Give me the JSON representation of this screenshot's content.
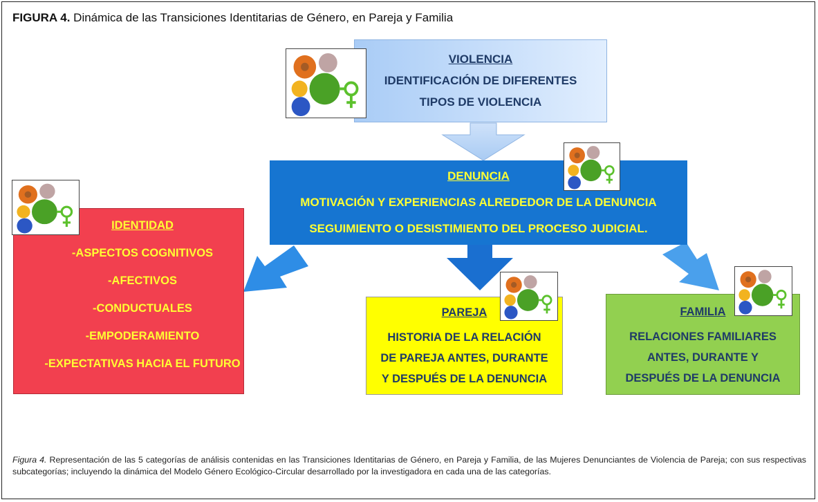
{
  "figure": {
    "title_bold": "FIGURA 4.",
    "title_text": " Dinámica de las Transiciones Identitarias de Género, en Pareja y Familia"
  },
  "boxes": {
    "violencia": {
      "heading": "VIOLENCIA",
      "lines": [
        "IDENTIFICACIÓN DE DIFERENTES",
        "TIPOS DE VIOLENCIA"
      ],
      "color": "#b3d2f8"
    },
    "denuncia": {
      "heading": "DENUNCIA",
      "lines": [
        "MOTIVACIÓN Y EXPERIENCIAS ALREDEDOR DE LA DENUNCIA",
        "SEGUIMIENTO O DESISTIMIENTO DEL PROCESO JUDICIAL."
      ],
      "color": "#1675d1",
      "text_color": "#ffff33"
    },
    "identidad": {
      "heading": "IDENTIDAD",
      "lines": [
        "-ASPECTOS COGNITIVOS",
        "-AFECTIVOS",
        "-CONDUCTUALES",
        "-EMPODERAMIENTO",
        "-EXPECTATIVAS HACIA EL FUTURO"
      ],
      "color": "#f2404f",
      "text_color": "#ffff33"
    },
    "pareja": {
      "heading": "PAREJA",
      "lines": [
        "HISTORIA DE LA RELACIÓN",
        "DE PAREJA ANTES, DURANTE",
        "Y DESPUÉS DE LA DENUNCIA"
      ],
      "color": "#ffff00"
    },
    "familia": {
      "heading": "FAMILIA",
      "lines": [
        "RELACIONES FAMILIARES",
        "ANTES, DURANTE Y",
        "DESPUÉS DE LA DENUNCIA"
      ],
      "color": "#92d050"
    }
  },
  "icons": [
    "gears-female-symbol-icon"
  ],
  "caption": {
    "label": "Figura 4.",
    "text": " Representación de las 5 categorías de análisis contenidas en las Transiciones Identitarias de Género, en Pareja y Familia, de las Mujeres Denunciantes de Violencia de Pareja; con sus respectivas subcategorías; incluyendo la dinámica del Modelo Género Ecológico-Circular desarrollado por la investigadora en cada una de las categorías."
  }
}
